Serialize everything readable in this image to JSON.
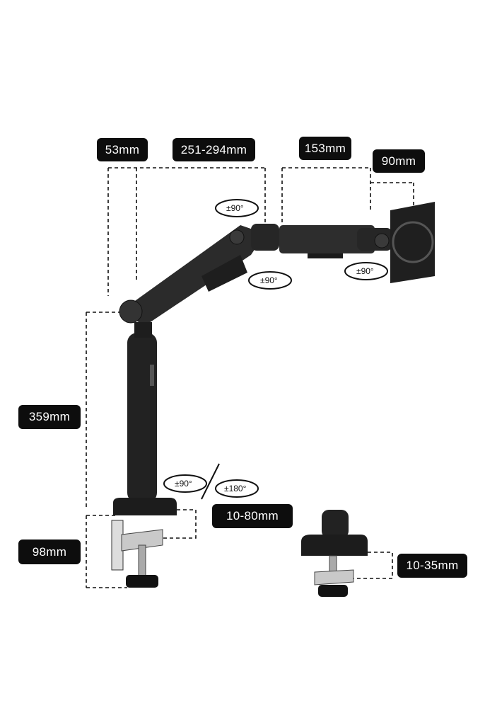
{
  "dimensions": {
    "mount_offset": "53mm",
    "upper_arm_length": "251-294mm",
    "forearm_length": "153mm",
    "tilt_head_depth": "90mm",
    "pole_height": "359mm",
    "clamp_height": "98mm",
    "desk_thickness_range_a": "10-80mm",
    "desk_thickness_range_b": "10-35mm"
  },
  "rotations": {
    "elbow_upper": "±90°",
    "elbow_lower": "±90°",
    "head": "±90°",
    "base_arm": "±90°",
    "base_pole": "±180°"
  },
  "colors": {
    "label_bg": "#0d0d0d",
    "arm": "#2a2a2a"
  }
}
